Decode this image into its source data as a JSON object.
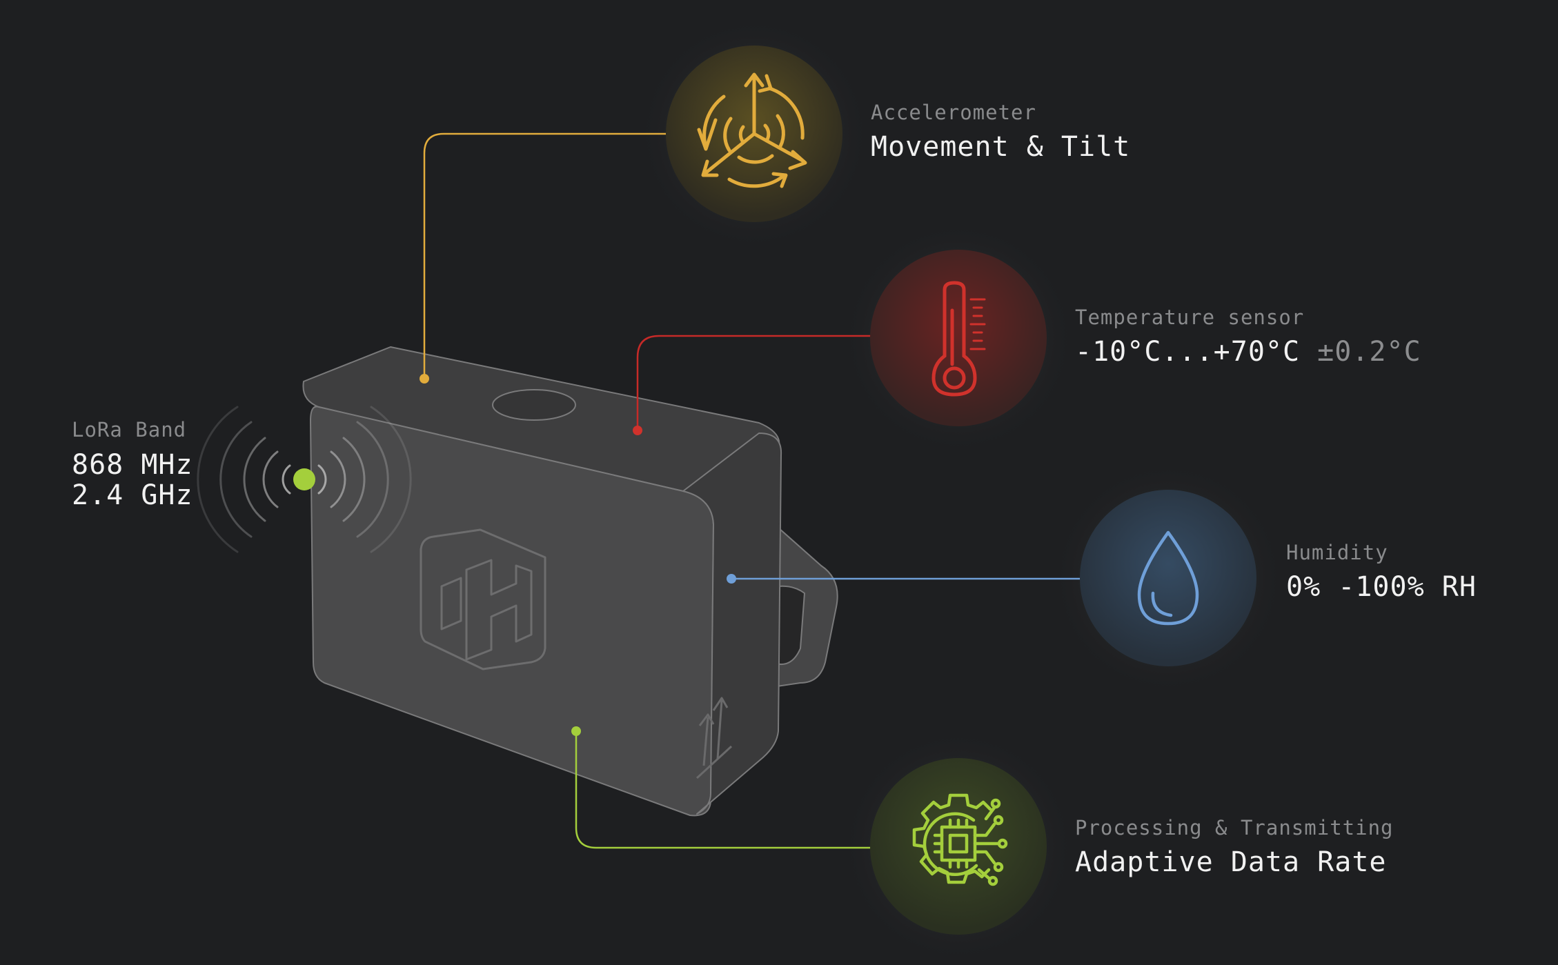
{
  "lora": {
    "caption": "LoRa Band",
    "line1": "868 MHz",
    "line2": "2.4 GHz",
    "color": "#a4cf3c"
  },
  "accelerometer": {
    "caption": "Accelerometer",
    "value": "Movement & Tilt",
    "color": "#e2ac3c",
    "icon": "accelerometer-icon"
  },
  "temperature": {
    "caption": "Temperature sensor",
    "value": "-10°C...+70°C",
    "accuracy": "±0.2°C",
    "color": "#d0322c",
    "icon": "thermometer-icon"
  },
  "humidity": {
    "caption": "Humidity",
    "value": "0% -100% RH",
    "color": "#6f9fd8",
    "icon": "water-drop-icon"
  },
  "processing": {
    "caption": "Processing & Transmitting",
    "value": "Adaptive Data Rate",
    "color": "#a4cf3c",
    "icon": "gear-chip-icon"
  },
  "device": {
    "color": "#4a4a4b",
    "icon": "hexagon-logo-icon"
  }
}
